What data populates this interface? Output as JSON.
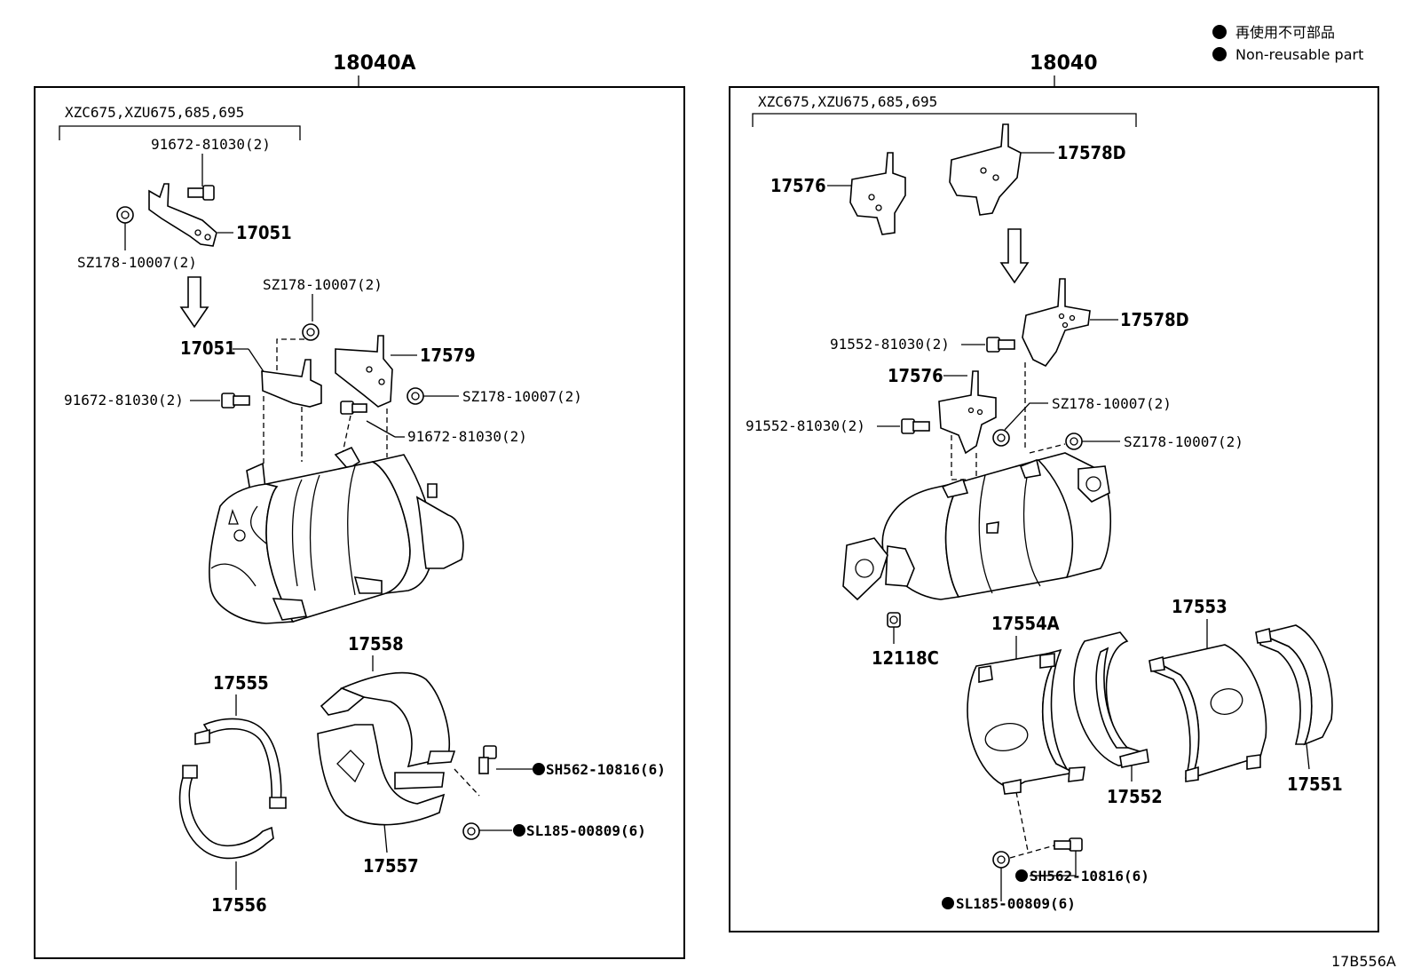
{
  "legend": {
    "jp": "再使用不可部品",
    "en": "Non-reusable part",
    "marker_color": "#000000"
  },
  "drawing_id": "17B556A",
  "left_assembly": {
    "assembly_number": "18040A",
    "applicability": "XZC675,XZU675,685,695",
    "labels": {
      "bolt_top": "91672-81030(2)",
      "bracket_top": "17051",
      "nut_top": "SZ178-10007(2)",
      "nut_mid": "SZ178-10007(2)",
      "bracket_mid": "17051",
      "bracket_17579": "17579",
      "bolt_left": "91672-81030(2)",
      "nut_right": "SZ178-10007(2)",
      "bolt_right": "91672-81030(2)",
      "shield_17558": "17558",
      "band_17555": "17555",
      "bolt_sh": "SH562-10816(6)",
      "nut_sl": "SL185-00809(6)",
      "shield_17557": "17557",
      "band_17556": "17556"
    }
  },
  "right_assembly": {
    "assembly_number": "18040",
    "applicability": "XZC675,XZU675,685,695",
    "labels": {
      "bracket_17576_top": "17576",
      "bracket_17578d_top": "17578D",
      "bracket_17578d": "17578D",
      "bolt_top": "91552-81030(2)",
      "bracket_17576": "17576",
      "nut_a": "SZ178-10007(2)",
      "bolt_b": "91552-81030(2)",
      "nut_b": "SZ178-10007(2)",
      "sensor": "12118C",
      "shield_17554a": "17554A",
      "shield_17553": "17553",
      "shield_17552": "17552",
      "shield_17551": "17551",
      "bolt_sh": "SH562-10816(6)",
      "nut_sl": "SL185-00809(6)"
    }
  }
}
